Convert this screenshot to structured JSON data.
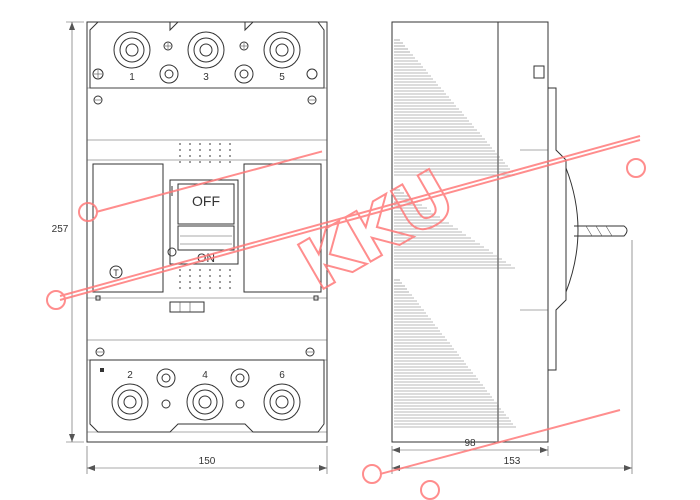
{
  "front_view": {
    "top_terminals": [
      "1",
      "3",
      "5"
    ],
    "bottom_terminals": [
      "2",
      "4",
      "6"
    ],
    "handle_off_label": "OFF",
    "handle_on_label": "ON",
    "test_button_label": "T"
  },
  "dimensions": {
    "height": "257",
    "front_width": "150",
    "side_depth_body": "98",
    "side_depth_total": "153"
  },
  "watermark": {
    "text": "KKU",
    "color": "#ff7a7a"
  }
}
